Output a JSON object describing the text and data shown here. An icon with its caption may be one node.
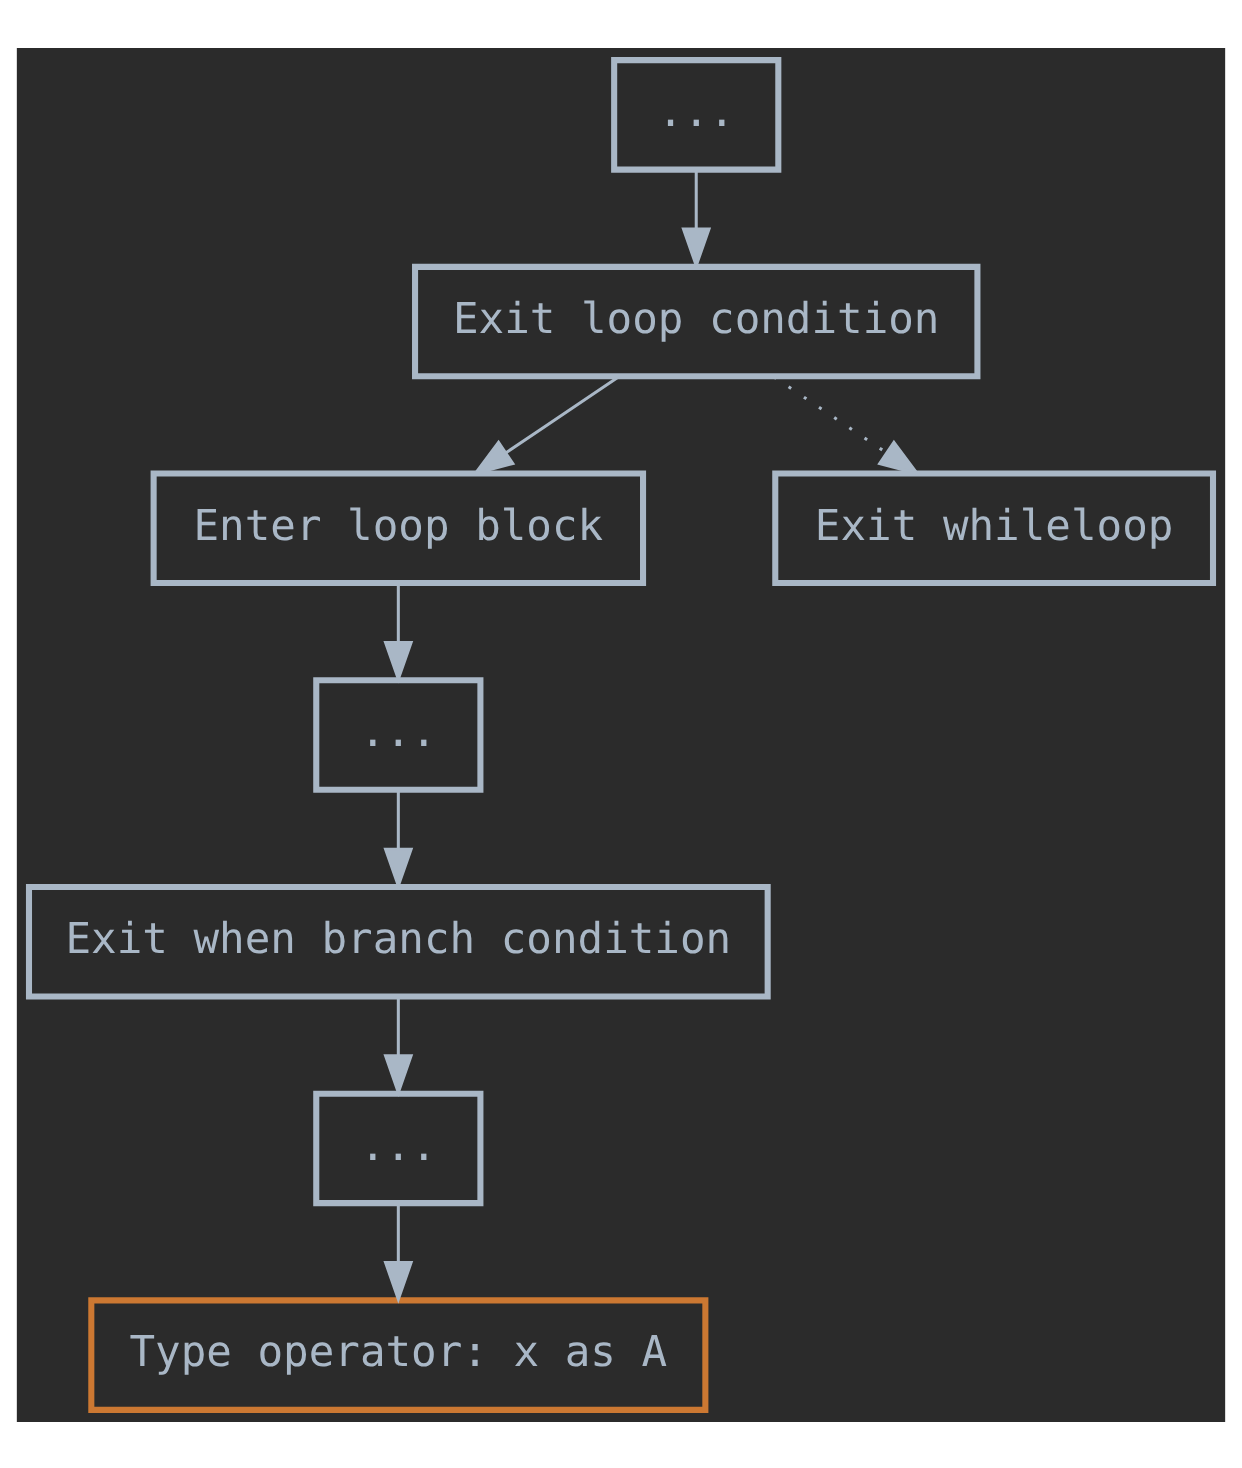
{
  "diagram": {
    "nodes": [
      {
        "text": [
          "..."
        ]
      },
      {
        "text": [
          "Exit loop condition"
        ]
      },
      {
        "text": [
          "Enter loop block"
        ]
      },
      {
        "text": [
          "Exit whileloop"
        ]
      },
      {
        "text": [
          "..."
        ]
      },
      {
        "text": [
          "Exit when branch condition"
        ]
      },
      {
        "text": [
          "..."
        ]
      },
      {
        "text": [
          "Type operator: x as A"
        ]
      }
    ],
    "edges": [
      {
        "from": 0,
        "to": 1,
        "arrow": "to"
      },
      {
        "from": 1,
        "to": 2,
        "arrow": "to"
      },
      {
        "from": 1,
        "to": 3,
        "arrow": "to",
        "style": "dashed"
      },
      {
        "from": 2,
        "to": 4,
        "arrow": "to"
      },
      {
        "from": 4,
        "to": 5,
        "arrow": "to"
      },
      {
        "from": 5,
        "to": 6,
        "arrow": "to"
      },
      {
        "from": 6,
        "to": 7,
        "arrow": "to"
      }
    ]
  }
}
